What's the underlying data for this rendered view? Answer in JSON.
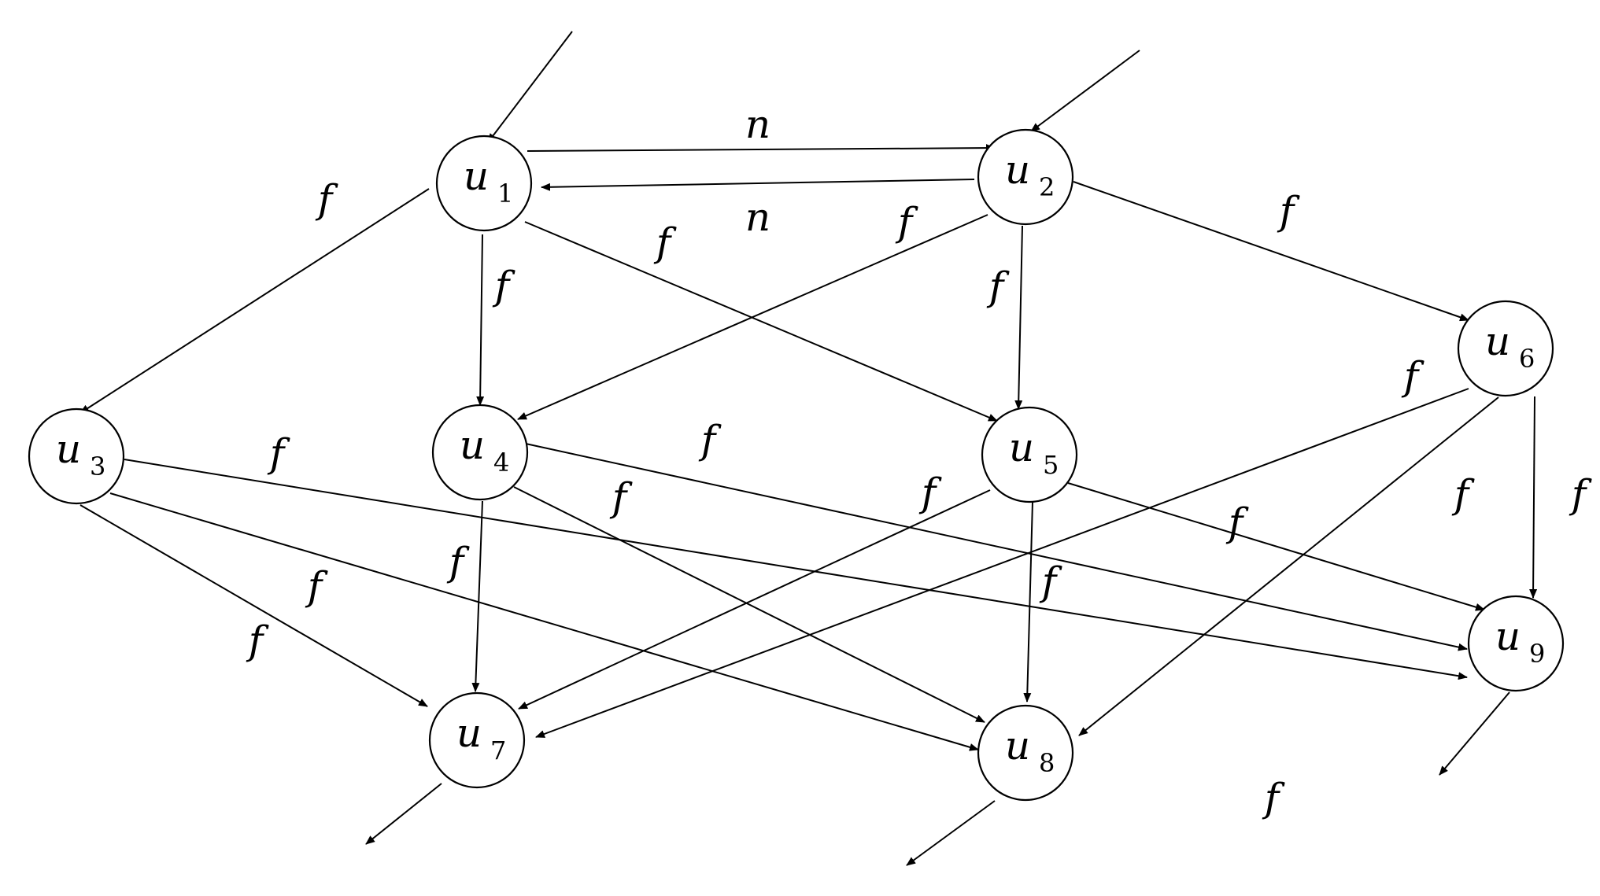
{
  "diagram": {
    "nodes": [
      {
        "id": "u1",
        "label": "u",
        "sub": "1"
      },
      {
        "id": "u2",
        "label": "u",
        "sub": "2"
      },
      {
        "id": "u3",
        "label": "u",
        "sub": "3"
      },
      {
        "id": "u4",
        "label": "u",
        "sub": "4"
      },
      {
        "id": "u5",
        "label": "u",
        "sub": "5"
      },
      {
        "id": "u6",
        "label": "u",
        "sub": "6"
      },
      {
        "id": "u7",
        "label": "u",
        "sub": "7"
      },
      {
        "id": "u8",
        "label": "u",
        "sub": "8"
      },
      {
        "id": "u9",
        "label": "u",
        "sub": "9"
      }
    ],
    "edges": [
      {
        "from": "u1",
        "to": "u2",
        "label": "n"
      },
      {
        "from": "u2",
        "to": "u1",
        "label": "n"
      },
      {
        "from": "u1",
        "to": "u3",
        "label": "f"
      },
      {
        "from": "u1",
        "to": "u4",
        "label": "f"
      },
      {
        "from": "u1",
        "to": "u5",
        "label": "f"
      },
      {
        "from": "u2",
        "to": "u4",
        "label": "f"
      },
      {
        "from": "u2",
        "to": "u5",
        "label": "f"
      },
      {
        "from": "u2",
        "to": "u6",
        "label": "f"
      },
      {
        "from": "u3",
        "to": "u9",
        "label": "f"
      },
      {
        "from": "u3",
        "to": "u8",
        "label": "f"
      },
      {
        "from": "u3",
        "to": "u7",
        "label": "f"
      },
      {
        "from": "u4",
        "to": "u9",
        "label": "f"
      },
      {
        "from": "u4",
        "to": "u8",
        "label": "f"
      },
      {
        "from": "u4",
        "to": "u7",
        "label": "f"
      },
      {
        "from": "u5",
        "to": "u7",
        "label": "f"
      },
      {
        "from": "u5",
        "to": "u8",
        "label": "f"
      },
      {
        "from": "u5",
        "to": "u9",
        "label": "f"
      },
      {
        "from": "u6",
        "to": "u7",
        "label": "f"
      },
      {
        "from": "u6",
        "to": "u8",
        "label": "f"
      },
      {
        "from": "u6",
        "to": "u9",
        "label": "f"
      }
    ],
    "extra_labels": [
      "f"
    ]
  }
}
